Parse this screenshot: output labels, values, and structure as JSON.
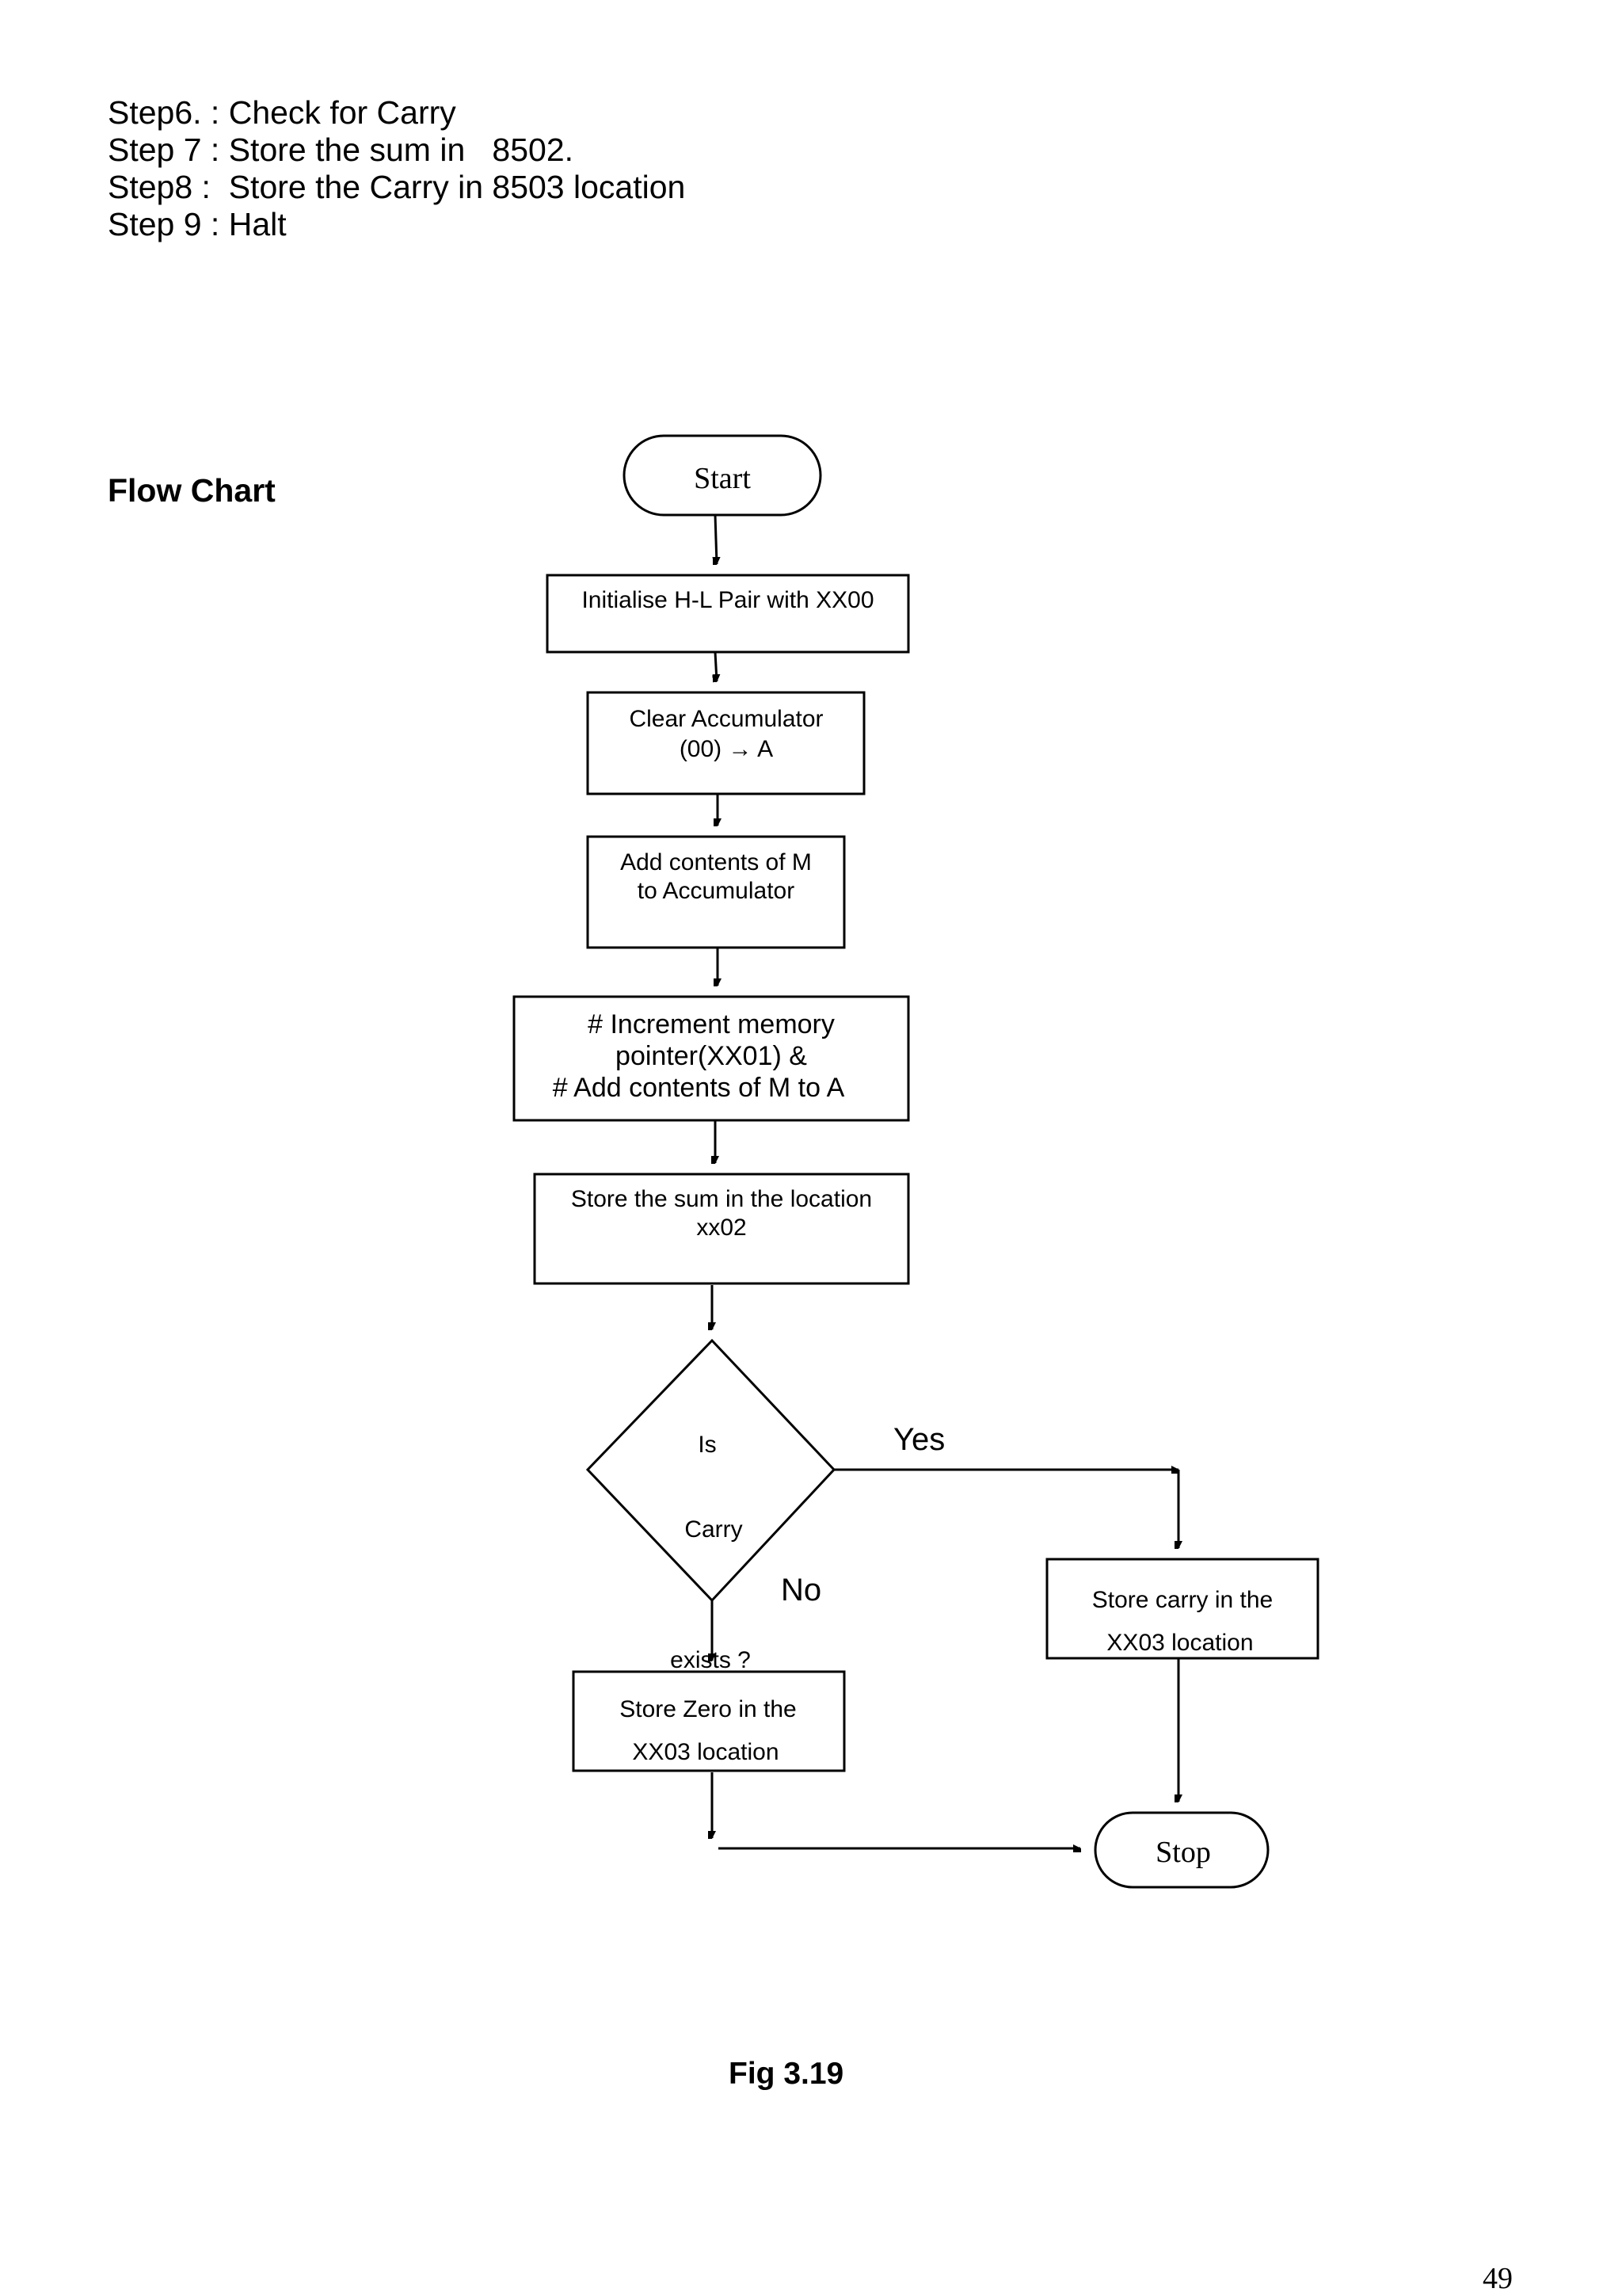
{
  "steps": [
    "Step6. : Check for Carry",
    "Step 7 : Store the sum in   8502.",
    "Step8 :  Store the Carry in 8503 location",
    "Step 9 : Halt"
  ],
  "section_heading": "Flow Chart",
  "flowchart": {
    "start": "Start",
    "init": "Initialise H-L Pair with XX00",
    "clear": [
      "Clear Accumulator",
      "(00) → A"
    ],
    "add": [
      "Add contents of M",
      "to Accumulator"
    ],
    "increment": [
      "# Increment memory",
      "pointer(XX01) &",
      "# Add contents of M to A"
    ],
    "store_sum": [
      "Store the sum in the location",
      "xx02"
    ],
    "decision": [
      "Is",
      "Carry",
      "exists ?"
    ],
    "yes_label": "Yes",
    "no_label": "No",
    "store_carry": [
      "Store   carry in the",
      "XX03 location"
    ],
    "store_zero": [
      "Store   Zero in the",
      "XX03 location"
    ],
    "stop": "Stop"
  },
  "caption": "Fig 3.19",
  "page_number": "49"
}
